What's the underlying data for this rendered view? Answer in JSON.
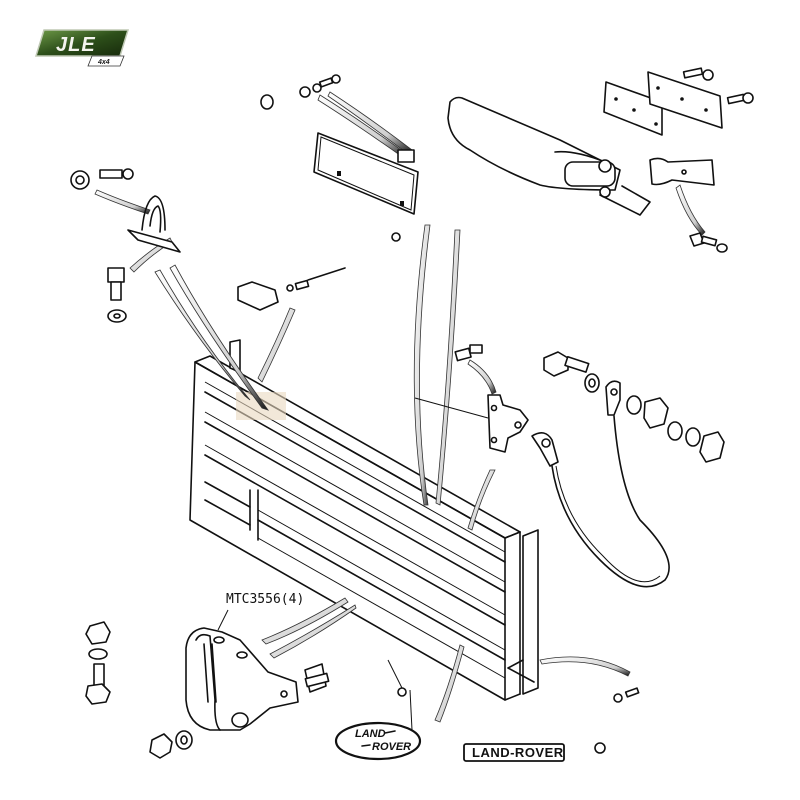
{
  "logo": {
    "brand": "JLE",
    "sub": "4x4",
    "colors": {
      "green_dark": "#1f3a12",
      "green_light": "#5f8a3a",
      "text": "#f4f4ee"
    }
  },
  "diagram": {
    "subject": "Tailgate assembly exploded view",
    "part_labels": [
      {
        "id": "hinge-part-number",
        "text": "MTC3556(4)"
      }
    ],
    "badges": {
      "oval": {
        "line1": "LAND",
        "line2": "ROVER"
      },
      "rect": {
        "text": "LAND-ROVER"
      }
    },
    "colors": {
      "ink": "#111111",
      "background": "#ffffff",
      "highlight": "#e9d8c0"
    }
  }
}
